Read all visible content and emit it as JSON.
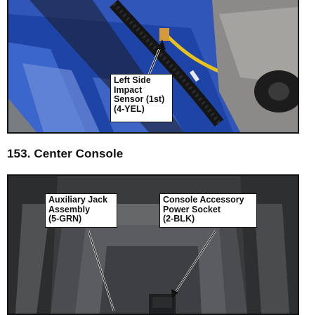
{
  "figure_top": {
    "callout": "Left Side\nImpact\nSensor (1st)\n(4-YEL)"
  },
  "section": {
    "number": "153.",
    "title": "Center Console"
  },
  "figure_bottom": {
    "callout_left": "Auxiliary Jack\nAssembly\n(5-GRN)",
    "callout_right": "Console Accessory\nPower Socket\n(2-BLK)"
  }
}
